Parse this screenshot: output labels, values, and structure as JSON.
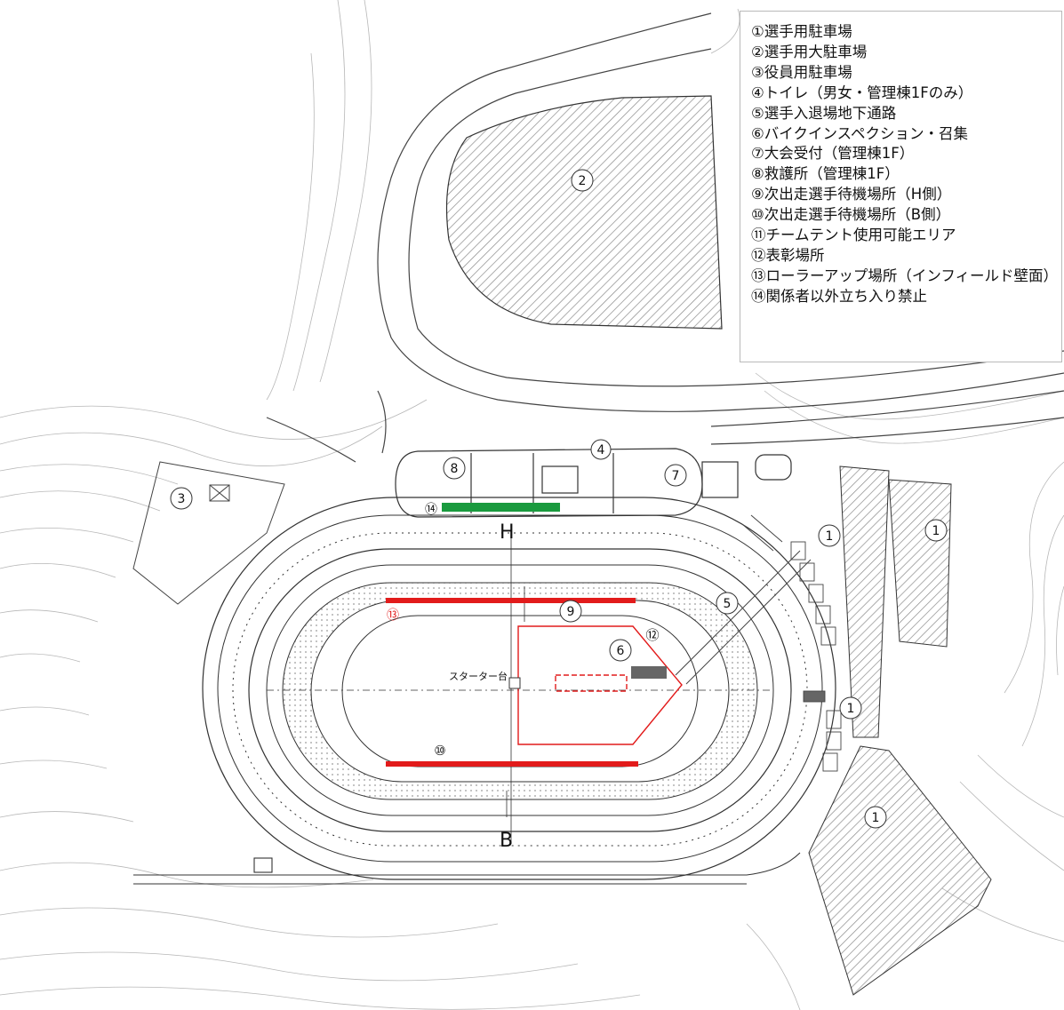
{
  "legend": {
    "items": [
      "①選手用駐車場",
      "②選手用大駐車場",
      "③役員用駐車場",
      "④トイレ（男女・管理棟1Fのみ）",
      "⑤選手入退場地下通路",
      "⑥バイクインスペクション・召集",
      "⑦大会受付（管理棟1F）",
      "⑧救護所（管理棟1F）",
      "⑨次出走選手待機場所（H側）",
      "⑩次出走選手待機場所（B側）",
      "⑪チームテント使用可能エリア",
      "⑫表彰場所",
      "⑬ローラーアップ場所（インフィールド壁面）",
      "⑭関係者以外立ち入り禁止"
    ]
  },
  "map": {
    "markers": {
      "m1a": "1",
      "m1b": "1",
      "m1c": "1",
      "m1d": "1",
      "m2": "2",
      "m3": "3",
      "m4": "4",
      "m5": "5",
      "m6": "6",
      "m7": "7",
      "m8": "8",
      "m9": "9",
      "m10": "⑩",
      "m12": "⑫",
      "m13": "⑬",
      "m14": "⑭"
    },
    "straight_h": "H",
    "straight_b": "B",
    "starter_label": "スターター台",
    "colors": {
      "roller_up": "#e21b1b",
      "no_entry": "#1a9a3e",
      "inspection_outline": "#e21b1b",
      "line": "#333333",
      "hatch": "#7a7a7a"
    }
  }
}
